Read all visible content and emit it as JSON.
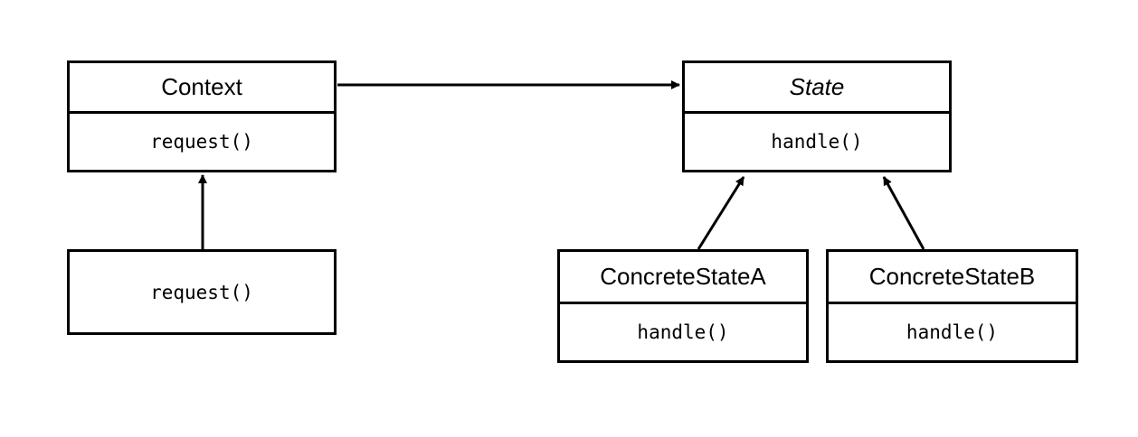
{
  "diagram": {
    "context": {
      "name": "Context",
      "method": "request()"
    },
    "client": {
      "method": "request()"
    },
    "state": {
      "name": "State",
      "method": "handle()"
    },
    "concrete_a": {
      "name": "ConcreteStateA",
      "method": "handle()"
    },
    "concrete_b": {
      "name": "ConcreteStateB",
      "method": "handle()"
    }
  }
}
